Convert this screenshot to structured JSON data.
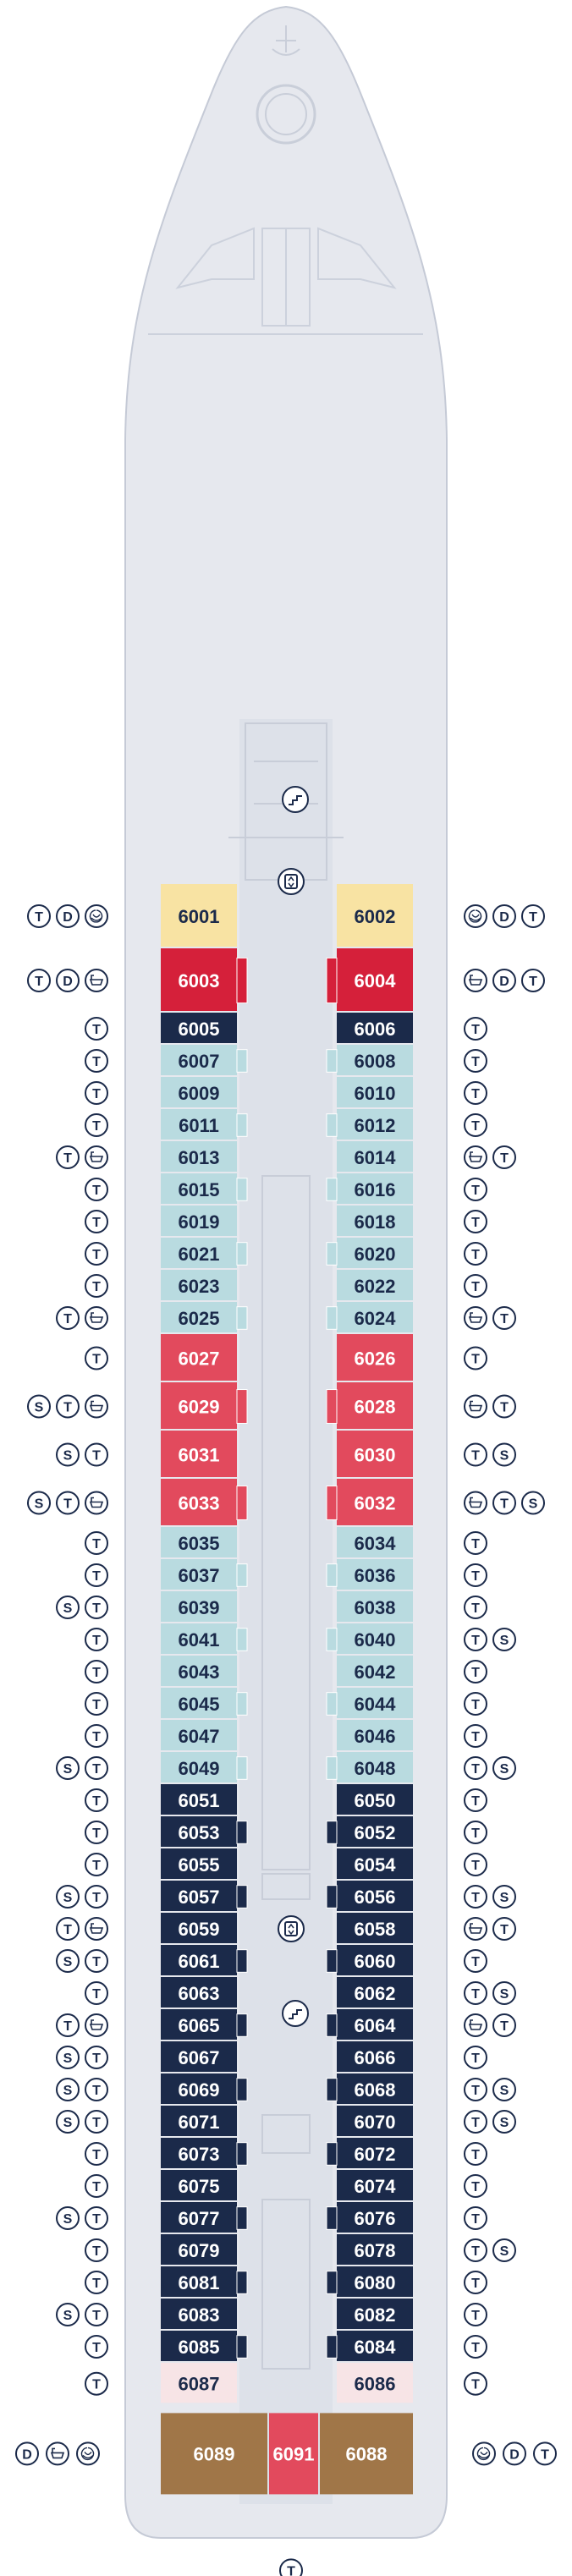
{
  "colors": {
    "hull": "#e6e8ee",
    "hull_stroke": "#c5cad6",
    "corridor": "#dde1e9",
    "light_blue": "#b9dbe0",
    "pink_red": "#e24a5d",
    "crimson": "#d5203a",
    "navy": "#1b2a4a",
    "yellow": "#f8e3a3",
    "light_pink": "#f7e4e6",
    "brown": "#a07648",
    "icon": "#1b2a4a"
  },
  "rows": [
    {
      "left": "6001",
      "right": "6002",
      "color": "yellow",
      "h": 2,
      "lb": [
        "T",
        "D",
        "spa"
      ],
      "rb": [
        "spa",
        "D",
        "T"
      ]
    },
    {
      "left": "6003",
      "right": "6004",
      "color": "crimson",
      "h": 2,
      "lb": [
        "T",
        "D",
        "bath"
      ],
      "rb": [
        "bath",
        "D",
        "T"
      ]
    },
    {
      "left": "6005",
      "right": "6006",
      "color": "navy",
      "h": 1,
      "lb": [
        "T"
      ],
      "rb": [
        "T"
      ]
    },
    {
      "left": "6007",
      "right": "6008",
      "color": "light_blue",
      "h": 1,
      "lb": [
        "T"
      ],
      "rb": [
        "T"
      ]
    },
    {
      "left": "6009",
      "right": "6010",
      "color": "light_blue",
      "h": 1,
      "lb": [
        "T"
      ],
      "rb": [
        "T"
      ]
    },
    {
      "left": "6011",
      "right": "6012",
      "color": "light_blue",
      "h": 1,
      "lb": [
        "T"
      ],
      "rb": [
        "T"
      ]
    },
    {
      "left": "6013",
      "right": "6014",
      "color": "light_blue",
      "h": 1,
      "lb": [
        "T",
        "bath"
      ],
      "rb": [
        "bath",
        "T"
      ]
    },
    {
      "left": "6015",
      "right": "6016",
      "color": "light_blue",
      "h": 1,
      "lb": [
        "T"
      ],
      "rb": [
        "T"
      ]
    },
    {
      "left": "6019",
      "right": "6018",
      "color": "light_blue",
      "h": 1,
      "lb": [
        "T"
      ],
      "rb": [
        "T"
      ]
    },
    {
      "left": "6021",
      "right": "6020",
      "color": "light_blue",
      "h": 1,
      "lb": [
        "T"
      ],
      "rb": [
        "T"
      ]
    },
    {
      "left": "6023",
      "right": "6022",
      "color": "light_blue",
      "h": 1,
      "lb": [
        "T"
      ],
      "rb": [
        "T"
      ]
    },
    {
      "left": "6025",
      "right": "6024",
      "color": "light_blue",
      "h": 1,
      "lb": [
        "T",
        "bath"
      ],
      "rb": [
        "bath",
        "T"
      ]
    },
    {
      "left": "6027",
      "right": "6026",
      "color": "pink_red",
      "h": 1.5,
      "lb": [
        "T"
      ],
      "rb": [
        "T"
      ]
    },
    {
      "left": "6029",
      "right": "6028",
      "color": "pink_red",
      "h": 1.5,
      "lb": [
        "S",
        "T",
        "bath"
      ],
      "rb": [
        "bath",
        "T"
      ]
    },
    {
      "left": "6031",
      "right": "6030",
      "color": "pink_red",
      "h": 1.5,
      "lb": [
        "S",
        "T"
      ],
      "rb": [
        "T",
        "S"
      ]
    },
    {
      "left": "6033",
      "right": "6032",
      "color": "pink_red",
      "h": 1.5,
      "lb": [
        "S",
        "T",
        "bath"
      ],
      "rb": [
        "bath",
        "T",
        "S"
      ]
    },
    {
      "left": "6035",
      "right": "6034",
      "color": "light_blue",
      "h": 1,
      "lb": [
        "T"
      ],
      "rb": [
        "T"
      ]
    },
    {
      "left": "6037",
      "right": "6036",
      "color": "light_blue",
      "h": 1,
      "lb": [
        "T"
      ],
      "rb": [
        "T"
      ]
    },
    {
      "left": "6039",
      "right": "6038",
      "color": "light_blue",
      "h": 1,
      "lb": [
        "S",
        "T"
      ],
      "rb": [
        "T"
      ]
    },
    {
      "left": "6041",
      "right": "6040",
      "color": "light_blue",
      "h": 1,
      "lb": [
        "T"
      ],
      "rb": [
        "T",
        "S"
      ]
    },
    {
      "left": "6043",
      "right": "6042",
      "color": "light_blue",
      "h": 1,
      "lb": [
        "T"
      ],
      "rb": [
        "T"
      ]
    },
    {
      "left": "6045",
      "right": "6044",
      "color": "light_blue",
      "h": 1,
      "lb": [
        "T"
      ],
      "rb": [
        "T"
      ]
    },
    {
      "left": "6047",
      "right": "6046",
      "color": "light_blue",
      "h": 1,
      "lb": [
        "T"
      ],
      "rb": [
        "T"
      ]
    },
    {
      "left": "6049",
      "right": "6048",
      "color": "light_blue",
      "h": 1,
      "lb": [
        "S",
        "T"
      ],
      "rb": [
        "T",
        "S"
      ]
    },
    {
      "left": "6051",
      "right": "6050",
      "color": "navy",
      "h": 1,
      "lb": [
        "T"
      ],
      "rb": [
        "T"
      ]
    },
    {
      "left": "6053",
      "right": "6052",
      "color": "navy",
      "h": 1,
      "lb": [
        "T"
      ],
      "rb": [
        "T"
      ]
    },
    {
      "left": "6055",
      "right": "6054",
      "color": "navy",
      "h": 1,
      "lb": [
        "T"
      ],
      "rb": [
        "T"
      ]
    },
    {
      "left": "6057",
      "right": "6056",
      "color": "navy",
      "h": 1,
      "lb": [
        "S",
        "T"
      ],
      "rb": [
        "T",
        "S"
      ]
    },
    {
      "left": "6059",
      "right": "6058",
      "color": "navy",
      "h": 1,
      "lb": [
        "T",
        "bath"
      ],
      "rb": [
        "bath",
        "T"
      ]
    },
    {
      "left": "6061",
      "right": "6060",
      "color": "navy",
      "h": 1,
      "lb": [
        "S",
        "T"
      ],
      "rb": [
        "T"
      ]
    },
    {
      "left": "6063",
      "right": "6062",
      "color": "navy",
      "h": 1,
      "lb": [
        "T"
      ],
      "rb": [
        "T",
        "S"
      ]
    },
    {
      "left": "6065",
      "right": "6064",
      "color": "navy",
      "h": 1,
      "lb": [
        "T",
        "bath"
      ],
      "rb": [
        "bath",
        "T"
      ]
    },
    {
      "left": "6067",
      "right": "6066",
      "color": "navy",
      "h": 1,
      "lb": [
        "S",
        "T"
      ],
      "rb": [
        "T"
      ]
    },
    {
      "left": "6069",
      "right": "6068",
      "color": "navy",
      "h": 1,
      "lb": [
        "S",
        "T"
      ],
      "rb": [
        "T",
        "S"
      ]
    },
    {
      "left": "6071",
      "right": "6070",
      "color": "navy",
      "h": 1,
      "lb": [
        "S",
        "T"
      ],
      "rb": [
        "T",
        "S"
      ]
    },
    {
      "left": "6073",
      "right": "6072",
      "color": "navy",
      "h": 1,
      "lb": [
        "T"
      ],
      "rb": [
        "T"
      ]
    },
    {
      "left": "6075",
      "right": "6074",
      "color": "navy",
      "h": 1,
      "lb": [
        "T"
      ],
      "rb": [
        "T"
      ]
    },
    {
      "left": "6077",
      "right": "6076",
      "color": "navy",
      "h": 1,
      "lb": [
        "S",
        "T"
      ],
      "rb": [
        "T"
      ]
    },
    {
      "left": "6079",
      "right": "6078",
      "color": "navy",
      "h": 1,
      "lb": [
        "T"
      ],
      "rb": [
        "T",
        "S"
      ]
    },
    {
      "left": "6081",
      "right": "6080",
      "color": "navy",
      "h": 1,
      "lb": [
        "T"
      ],
      "rb": [
        "T"
      ]
    },
    {
      "left": "6083",
      "right": "6082",
      "color": "navy",
      "h": 1,
      "lb": [
        "S",
        "T"
      ],
      "rb": [
        "T"
      ]
    },
    {
      "left": "6085",
      "right": "6084",
      "color": "navy",
      "h": 1,
      "lb": [
        "T"
      ],
      "rb": [
        "T"
      ]
    },
    {
      "left": "6087",
      "right": "6086",
      "color": "light_pink",
      "h": 1.3,
      "lb": [
        "T"
      ],
      "rb": [
        "T"
      ]
    }
  ],
  "stern": {
    "left": "6089",
    "center": "6091",
    "right": "6088",
    "lb": [
      "D",
      "bath",
      "spa"
    ],
    "rb": [
      "spa",
      "D",
      "T"
    ],
    "bottom_badge": "T"
  }
}
